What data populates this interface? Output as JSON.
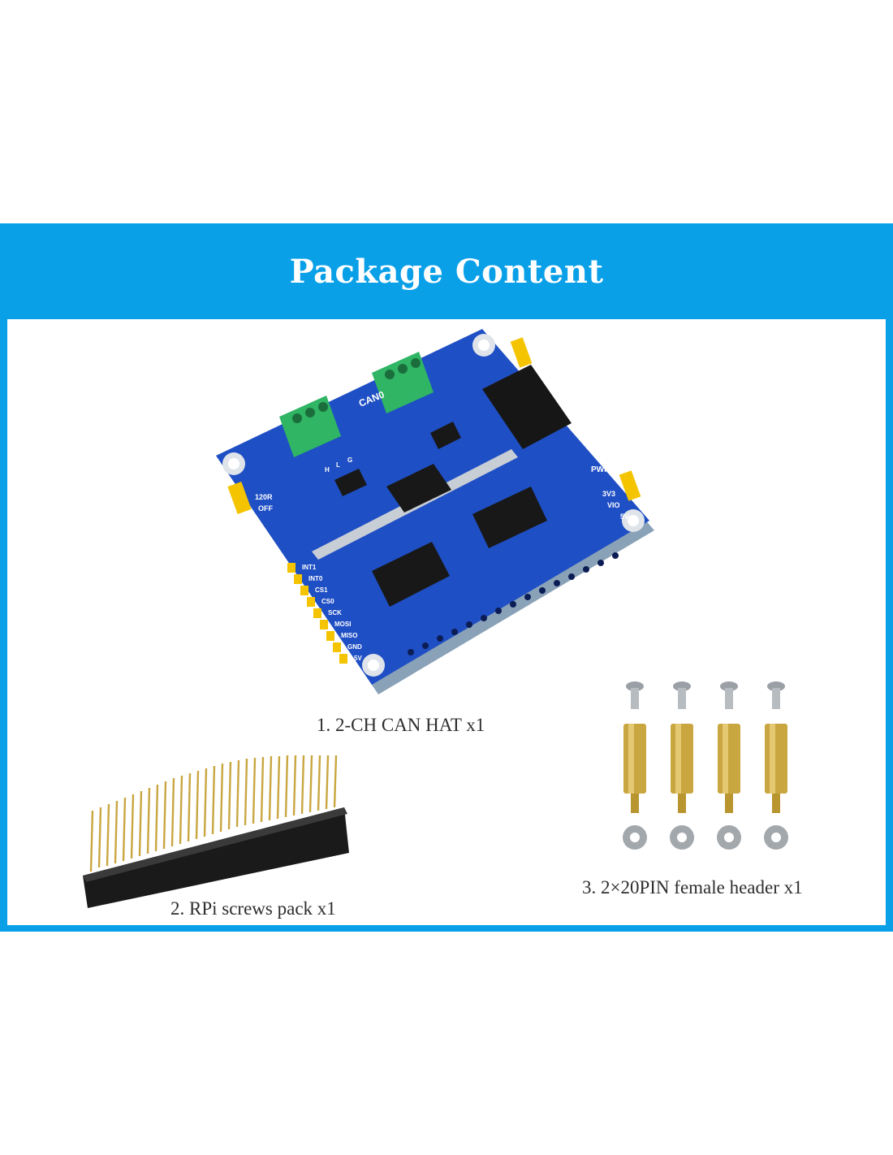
{
  "header": {
    "title": "Package Content"
  },
  "items": [
    {
      "caption": "1. 2-CH CAN HAT x1"
    },
    {
      "caption": "2. RPi screws pack x1"
    },
    {
      "caption": "3. 2×20PIN female header x1"
    }
  ],
  "board_labels": {
    "can0": "CAN0",
    "pwr": "PWR",
    "v33": "3V3",
    "vio": "VIO",
    "v5": "5V",
    "r120": "120R",
    "off": "OFF",
    "h": "H",
    "l": "L",
    "g": "G",
    "pins": [
      "INT1",
      "INT0",
      "CS1",
      "CS0",
      "SCK",
      "MOSI",
      "MISO",
      "GND",
      "5V"
    ]
  },
  "colors": {
    "frame": "#0aa0e8",
    "board": "#1f4fc4",
    "terminal": "#2fb564",
    "jumper": "#f5c400",
    "brass": "#c9a640"
  }
}
